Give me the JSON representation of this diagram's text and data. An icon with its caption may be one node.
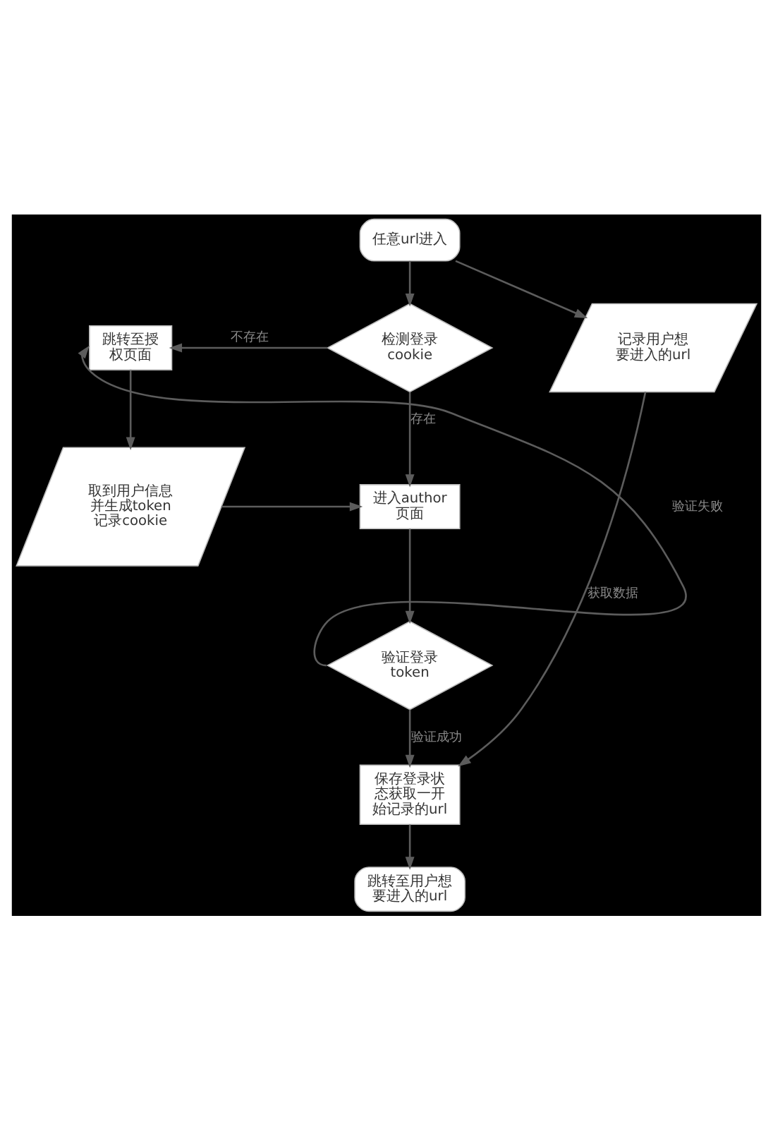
{
  "diagram": {
    "nodes": [
      {
        "text": [
          "任意url进入"
        ]
      },
      {
        "text": [
          "记录用户想要进入的url"
        ]
      },
      {
        "text": [
          "跳转至授权页面"
        ]
      },
      {
        "text": [
          "检测登录cookie"
        ]
      },
      {
        "text": [
          "取到用户信息并生成token记录cookie"
        ]
      },
      {
        "text": [
          "进入author页面"
        ]
      },
      {
        "text": [
          "验证登录token"
        ]
      },
      {
        "text": [
          "保存登录状态获取一开始记录的url"
        ]
      },
      {
        "text": [
          "跳转至用户想要进入的url"
        ]
      }
    ],
    "edges": [
      {
        "from": 0,
        "to": 3,
        "arrow": "to"
      },
      {
        "from": 0,
        "to": 1,
        "arrow": "to"
      },
      {
        "from": 3,
        "to": 2,
        "arrow": "to",
        "label": "不存在"
      },
      {
        "from": 3,
        "to": 5,
        "arrow": "to",
        "label": "存在"
      },
      {
        "from": 2,
        "to": 4,
        "arrow": "to"
      },
      {
        "from": 4,
        "to": 5,
        "arrow": "to"
      },
      {
        "from": 5,
        "to": 6,
        "arrow": "to"
      },
      {
        "from": 6,
        "to": 2,
        "arrow": "to",
        "label": "验证失败"
      },
      {
        "from": 1,
        "to": 7,
        "arrow": "to",
        "label": "获取数据"
      },
      {
        "from": 6,
        "to": 7,
        "arrow": "to",
        "label": "验证成功"
      },
      {
        "from": 7,
        "to": 8,
        "arrow": "to"
      }
    ]
  }
}
